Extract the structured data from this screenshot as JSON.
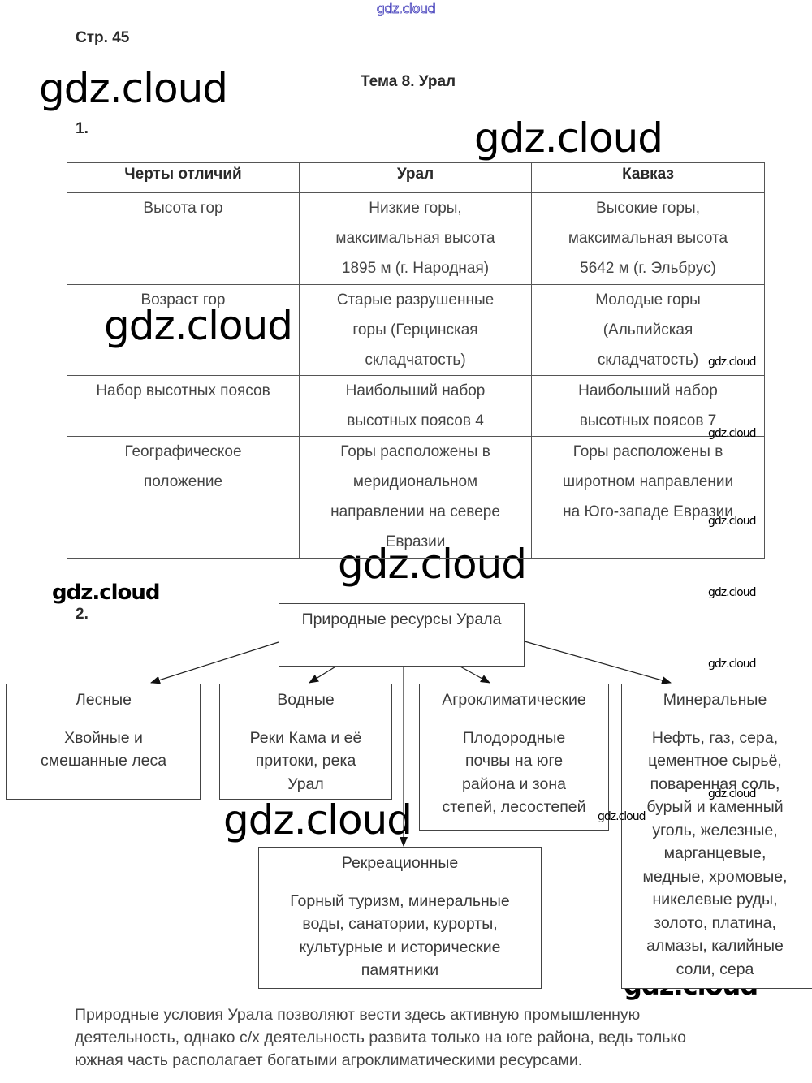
{
  "watermark": "gdz.cloud",
  "header": {
    "page_label": "Стр. 45",
    "topic_title": "Тема 8. Урал"
  },
  "task1": {
    "number": "1.",
    "table": {
      "headers": [
        "Черты отличий",
        "Урал",
        "Кавказ"
      ],
      "rows": [
        {
          "feature": [
            "Высота гор"
          ],
          "ural": [
            "Низкие горы,",
            "максимальная высота",
            "1895 м (г. Народная)"
          ],
          "caucasus": [
            "Высокие горы,",
            "максимальная высота",
            "5642 м (г. Эльбрус)"
          ]
        },
        {
          "feature": [
            "Возраст гор"
          ],
          "ural": [
            "Старые разрушенные",
            "горы (Герцинская",
            "складчатость)"
          ],
          "caucasus": [
            "Молодые горы",
            "(Альпийская",
            "складчатость)"
          ]
        },
        {
          "feature": [
            "Набор высотных поясов"
          ],
          "ural": [
            "Наибольший набор",
            "высотных поясов 4"
          ],
          "caucasus": [
            "Наибольший набор",
            "высотных поясов 7"
          ]
        },
        {
          "feature": [
            "Географическое",
            "положение"
          ],
          "ural": [
            "Горы расположены в",
            "меридиональном",
            "направлении на севере",
            "Евразии"
          ],
          "caucasus": [
            "Горы расположены в",
            "широтном направлении",
            "на Юго-западе Евразии"
          ]
        }
      ]
    }
  },
  "task2": {
    "number": "2.",
    "diagram": {
      "root": "Природные ресурсы Урала",
      "nodes": [
        {
          "title": "Лесные",
          "lines": [
            "Хвойные и",
            "смешанные леса"
          ]
        },
        {
          "title": "Водные",
          "lines": [
            "Реки Кама и её",
            "притоки, река",
            "Урал"
          ]
        },
        {
          "title": "Агроклиматические",
          "lines": [
            "Плодородные",
            "почвы на юге",
            "района и зона",
            "степей, лесостепей"
          ]
        },
        {
          "title": "Минеральные",
          "lines": [
            "Нефть, газ, сера,",
            "цементное сырьё,",
            "поваренная соль,",
            "бурый и каменный",
            "уголь, железные,",
            "марганцевые,",
            "медные, хромовые,",
            "никелевые руды,",
            "золото, платина,",
            "алмазы, калийные",
            "соли, сера"
          ]
        },
        {
          "title": "Рекреационные",
          "lines": [
            "Горный туризм, минеральные",
            "воды, санатории, курорты,",
            "культурные и исторические",
            "памятники"
          ]
        }
      ]
    }
  },
  "conclusion": [
    "Природные условия Урала позволяют вести здесь активную промышленную",
    "деятельность, однако с/х деятельность развита только на юге района, ведь только",
    "южная часть располагает богатыми агроклиматическими ресурсами."
  ]
}
